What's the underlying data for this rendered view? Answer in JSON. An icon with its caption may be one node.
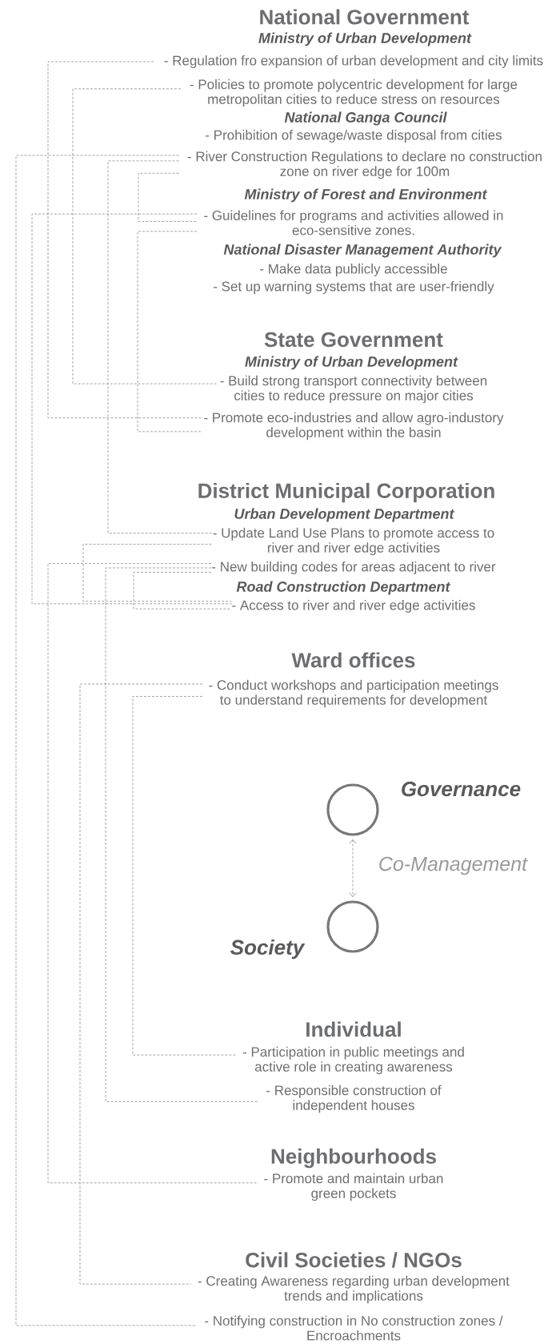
{
  "diagram": {
    "nodes": [
      {
        "text": [
          "- Regulation fro expansion of urban development and  city limits"
        ]
      },
      {
        "text": [
          "- Policies to promote polycentric development for large metropolitan cities to reduce stress on resources"
        ]
      },
      {
        "text": [
          "- River Construction Regulations to declare no construction zone on river edge for 100m"
        ]
      },
      {
        "text": [
          "- Guidelines for programs and activities allowed in eco-sensitive zones."
        ]
      },
      {
        "text": [
          "- Build strong transport connectivity between cities to reduce pressure on major cities"
        ]
      },
      {
        "text": [
          "- Promote eco-industries and allow agro-industory development within the basin"
        ]
      },
      {
        "text": [
          "- Update Land Use Plans to promote access to river and river edge activities"
        ]
      },
      {
        "text": [
          "- New building codes for areas adjacent to river"
        ]
      },
      {
        "text": [
          "- Access to river and river edge activities"
        ]
      },
      {
        "text": [
          "- Conduct workshops and participation meetings to understand requirements for development"
        ]
      },
      {
        "text": [
          "Governance"
        ]
      },
      {
        "text": [
          "Society"
        ]
      },
      {
        "text": [
          "- Participation in public meetings and active role in creating awareness"
        ]
      },
      {
        "text": [
          "- Responsible construction of independent houses"
        ]
      },
      {
        "text": [
          "- Promote and maintain urban green pockets"
        ]
      },
      {
        "text": [
          "- Creating Awareness regarding urban development trends and implications"
        ]
      },
      {
        "text": [
          "- Notifying construction in No construction zones / Encroachments"
        ]
      }
    ],
    "edges": [
      {
        "from": 0,
        "to": 5,
        "arrow": "none",
        "style": "dashed"
      },
      {
        "from": 1,
        "to": 4,
        "arrow": "none",
        "style": "dashed"
      },
      {
        "from": 2,
        "to": 16,
        "arrow": "none",
        "style": "dashed"
      },
      {
        "from": 2,
        "to": 6,
        "arrow": "none",
        "style": "dashed"
      },
      {
        "from": 2,
        "to": 3,
        "arrow": "none",
        "style": "dashed"
      },
      {
        "from": 3,
        "to": 8,
        "arrow": "none",
        "style": "dashed"
      },
      {
        "from": 3,
        "to": 5,
        "arrow": "none",
        "style": "dashed"
      },
      {
        "from": 6,
        "to": 8,
        "arrow": "none",
        "style": "dashed"
      },
      {
        "from": 7,
        "to": 14,
        "arrow": "none",
        "style": "dashed"
      },
      {
        "from": 7,
        "to": 13,
        "arrow": "none",
        "style": "dashed"
      },
      {
        "from": 7,
        "to": 8,
        "arrow": "none",
        "style": "dashed"
      },
      {
        "from": 9,
        "to": 15,
        "arrow": "none",
        "style": "dashed"
      },
      {
        "from": 9,
        "to": 12,
        "arrow": "none",
        "style": "dashed"
      },
      {
        "from": 10,
        "to": 11,
        "arrow": "both",
        "style": "dashed",
        "label": "Co-Management"
      }
    ],
    "labels": [
      "National Government",
      "Ministry of Urban Development",
      "National Ganga Council",
      "- Prohibition of sewage/waste disposal from cities",
      "Ministry of Forest and Environment",
      "National Disaster Management Authority",
      "- Make data publicly accessible",
      "- Set up warning systems that are user-friendly",
      "State Government",
      "Ministry of Urban Development",
      "District Municipal Corporation",
      "Urban Development Department",
      "Road Construction Department",
      "Ward offices",
      "Individual",
      "Neighbourhoods",
      "Civil Societies / NGOs"
    ]
  }
}
